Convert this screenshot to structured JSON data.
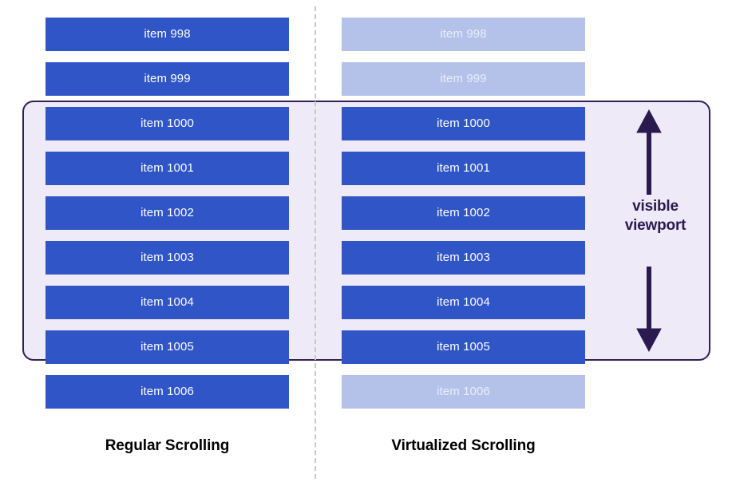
{
  "diagram": {
    "title_left": "Regular Scrolling",
    "title_right": "Virtualized Scrolling",
    "viewport_label_line1": "visible",
    "viewport_label_line2": "viewport",
    "colors": {
      "item_rendered": "#2f55c7",
      "item_not_rendered": "#b4c2ea",
      "viewport_fill": "#eeeaf7",
      "viewport_border": "#312155",
      "divider": "#c9c9c9",
      "caption": "#000000",
      "legend_text": "#2a1a50"
    },
    "columns": [
      {
        "name": "regular-scrolling",
        "caption": "Regular Scrolling",
        "items": [
          {
            "label": "item 998",
            "rendered": true,
            "in_viewport": false
          },
          {
            "label": "item 999",
            "rendered": true,
            "in_viewport": false
          },
          {
            "label": "item 1000",
            "rendered": true,
            "in_viewport": true
          },
          {
            "label": "item 1001",
            "rendered": true,
            "in_viewport": true
          },
          {
            "label": "item 1002",
            "rendered": true,
            "in_viewport": true
          },
          {
            "label": "item 1003",
            "rendered": true,
            "in_viewport": true
          },
          {
            "label": "item 1004",
            "rendered": true,
            "in_viewport": true
          },
          {
            "label": "item 1005",
            "rendered": true,
            "in_viewport": true
          },
          {
            "label": "item 1006",
            "rendered": true,
            "in_viewport": false
          }
        ]
      },
      {
        "name": "virtualized-scrolling",
        "caption": "Virtualized Scrolling",
        "items": [
          {
            "label": "item 998",
            "rendered": false,
            "in_viewport": false
          },
          {
            "label": "item 999",
            "rendered": false,
            "in_viewport": false
          },
          {
            "label": "item 1000",
            "rendered": true,
            "in_viewport": true
          },
          {
            "label": "item 1001",
            "rendered": true,
            "in_viewport": true
          },
          {
            "label": "item 1002",
            "rendered": true,
            "in_viewport": true
          },
          {
            "label": "item 1003",
            "rendered": true,
            "in_viewport": true
          },
          {
            "label": "item 1004",
            "rendered": true,
            "in_viewport": true
          },
          {
            "label": "item 1005",
            "rendered": true,
            "in_viewport": true
          },
          {
            "label": "item 1006",
            "rendered": false,
            "in_viewport": false
          }
        ]
      }
    ]
  }
}
